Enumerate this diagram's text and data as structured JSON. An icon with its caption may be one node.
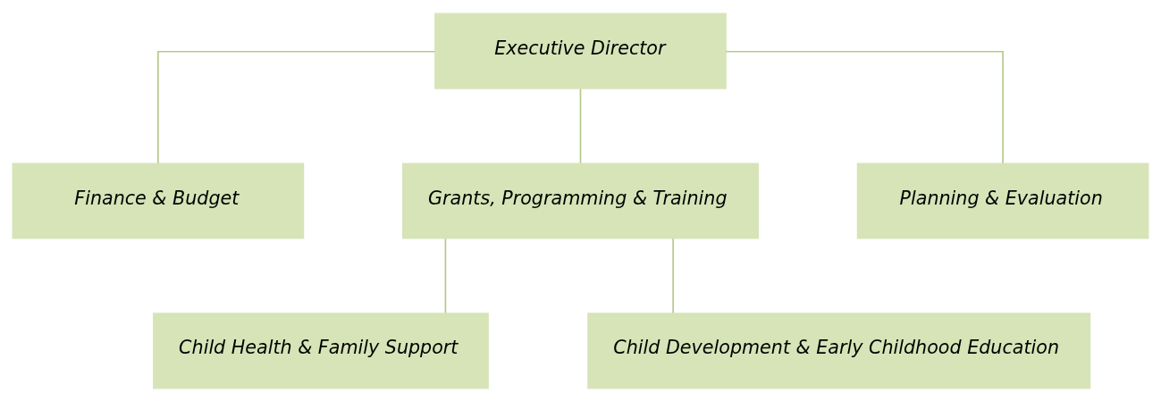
{
  "diagram": {
    "nodes": [
      {
        "text": [
          "Executive Director"
        ]
      },
      {
        "text": [
          "Finance & Budget"
        ]
      },
      {
        "text": [
          "Grants, Programming & Training"
        ]
      },
      {
        "text": [
          "Planning & Evaluation"
        ]
      },
      {
        "text": [
          "Child Health & Family Support"
        ]
      },
      {
        "text": [
          "Child Development & Early Childhood Education"
        ]
      }
    ],
    "edges": [
      {
        "from": 0,
        "to": 1,
        "arrow": "none"
      },
      {
        "from": 0,
        "to": 2,
        "arrow": "none"
      },
      {
        "from": 0,
        "to": 3,
        "arrow": "none"
      },
      {
        "from": 2,
        "to": 4,
        "arrow": "none"
      },
      {
        "from": 2,
        "to": 5,
        "arrow": "none"
      }
    ]
  }
}
